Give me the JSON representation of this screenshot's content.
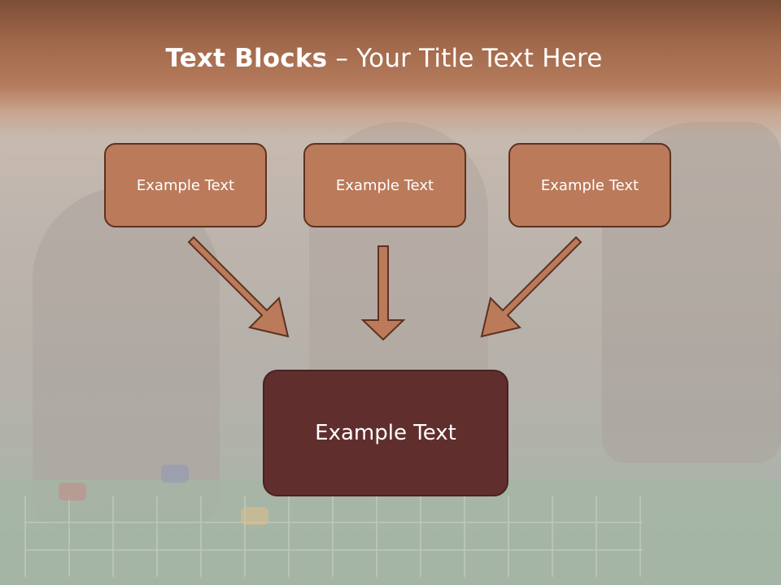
{
  "title": {
    "bold": "Text Blocks",
    "separator": " – ",
    "rest": "Your Title Text Here"
  },
  "boxes": [
    {
      "label": "Example Text"
    },
    {
      "label": "Example Text"
    },
    {
      "label": "Example Text"
    }
  ],
  "main_box": {
    "label": "Example Text"
  },
  "colors": {
    "title_bar": "#a0674a",
    "box_fill": "#bb7a5a",
    "box_border": "#5c3220",
    "main_box_fill": "#612e2e",
    "arrow_fill": "#bb7a5a"
  }
}
